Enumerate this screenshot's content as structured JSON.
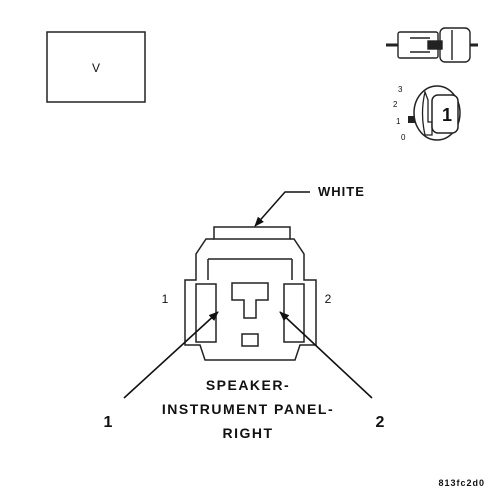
{
  "location_box": {
    "text": "V"
  },
  "color_callout": {
    "text": "WHITE"
  },
  "pin_labels": {
    "left_small": "1",
    "right_small": "2",
    "left_large": "1",
    "right_large": "2"
  },
  "connector_title": {
    "line1": "SPEAKER-",
    "line2": "INSTRUMENT PANEL-",
    "line3": "RIGHT"
  },
  "key_icon": {
    "key_number": "1",
    "scale_marks": [
      "3",
      "2",
      "1",
      "0"
    ]
  },
  "figure_id": {
    "text": "813fc2d0"
  },
  "icons": [
    "connector-view-icon",
    "key-position-icon"
  ]
}
